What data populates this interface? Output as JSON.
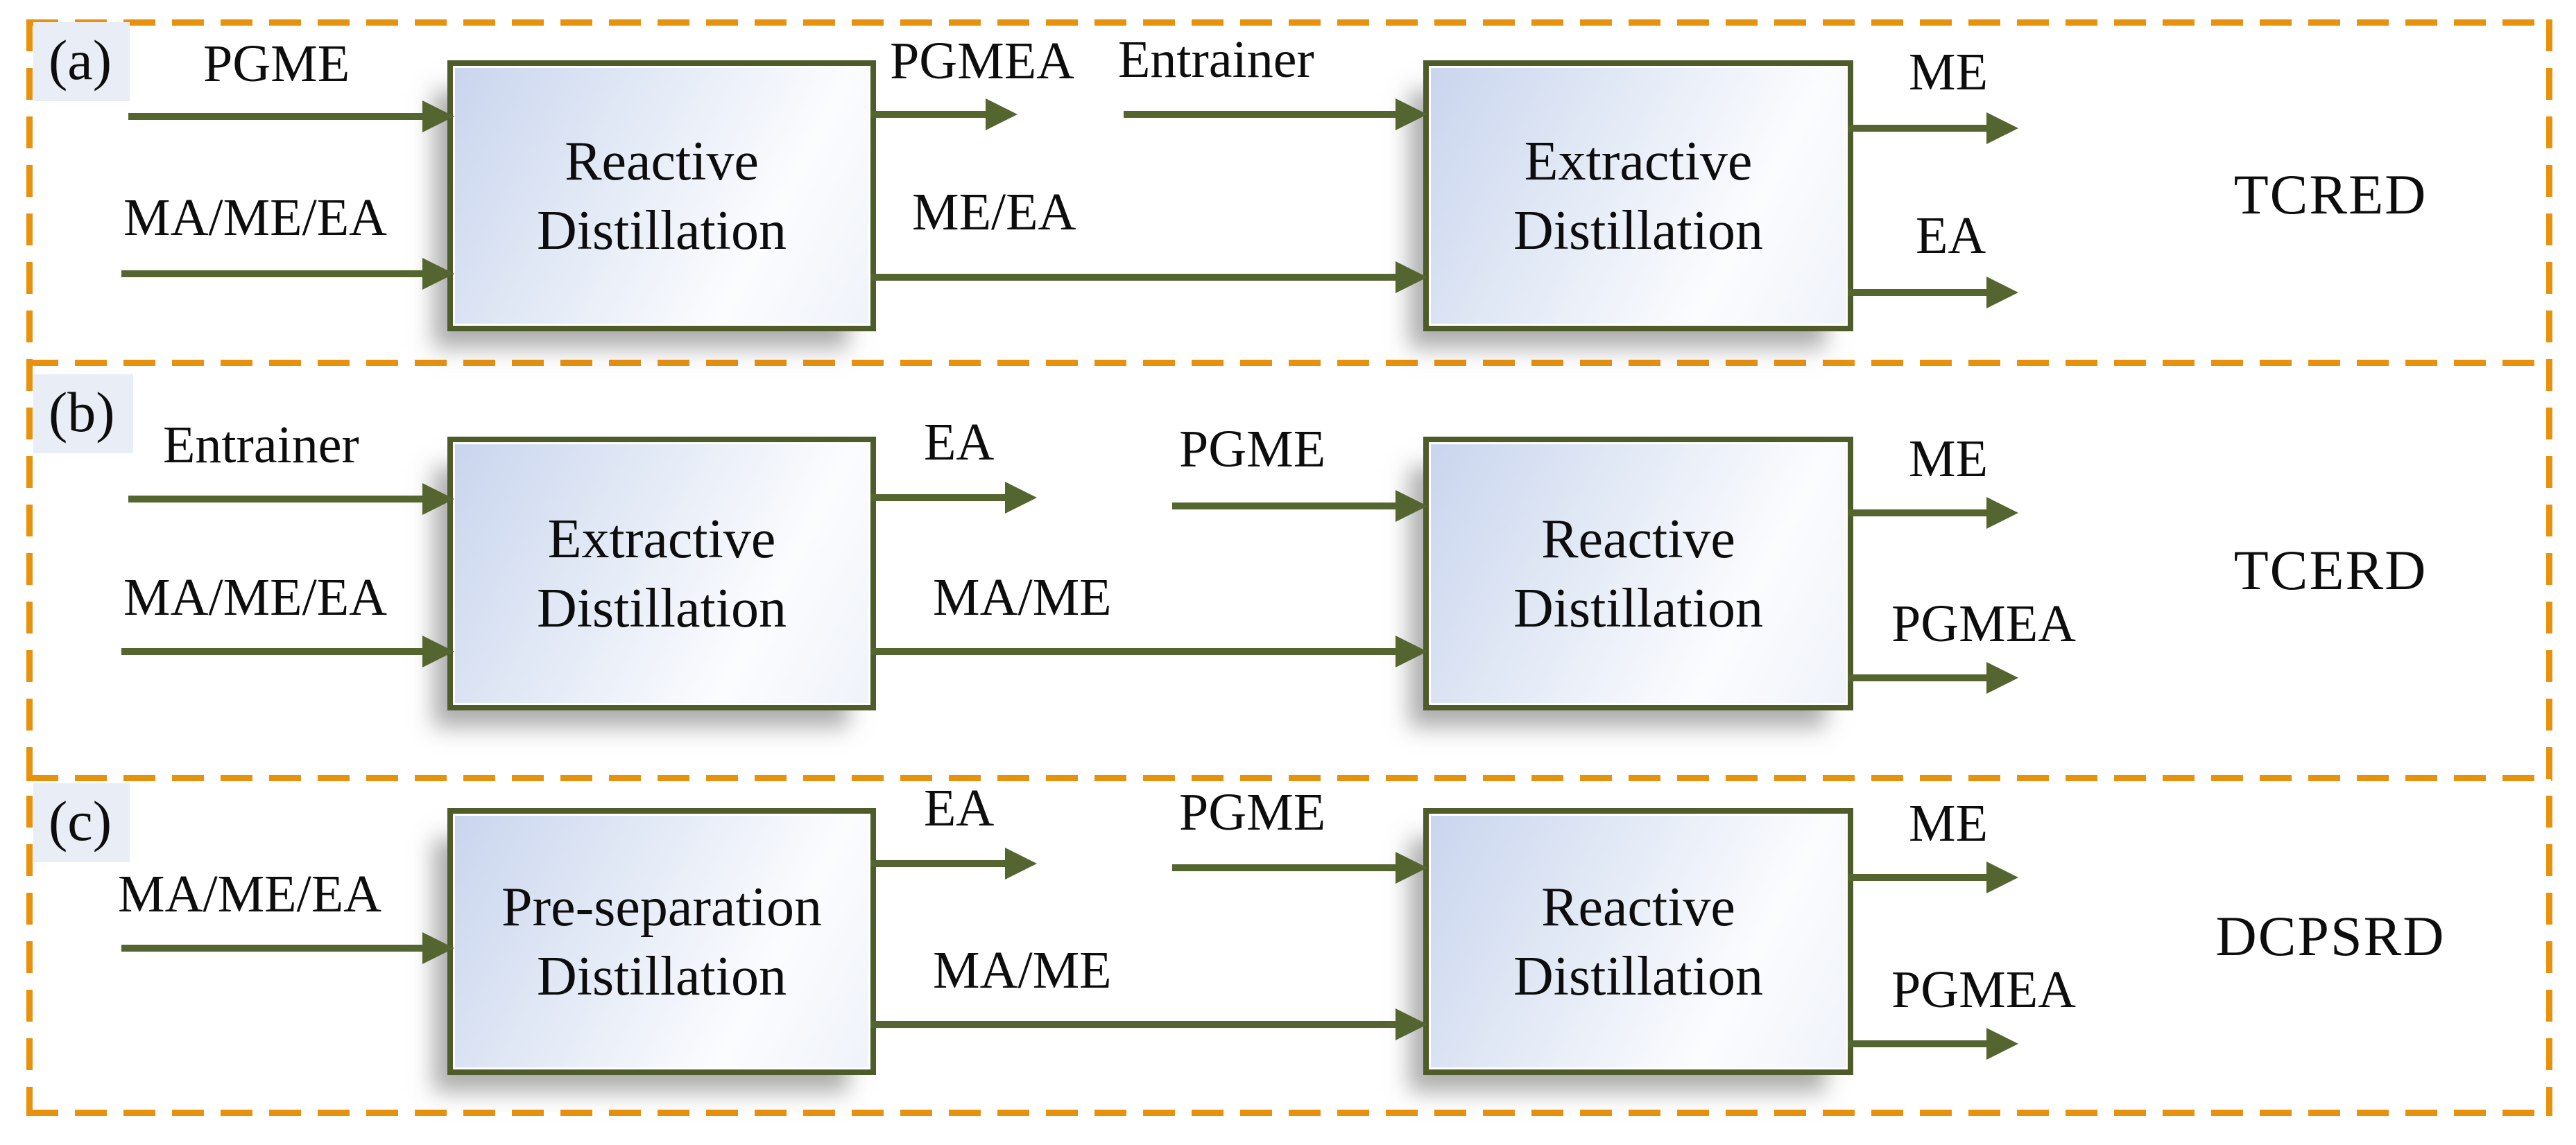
{
  "colors": {
    "frame_orange": "#E8910D",
    "stream_olive": "#55652F",
    "box_border_olive": "#4D5C28",
    "box_fill_light_blue": "#C9D5EE",
    "panel_label_bg": "#E9EDF6",
    "text": "#0D0D0D"
  },
  "panels": [
    {
      "label": "(a)",
      "tag": "TCRED",
      "boxes": [
        {
          "line1": "Reactive",
          "line2": "Distillation"
        },
        {
          "line1": "Extractive",
          "line2": "Distillation"
        }
      ],
      "streams": {
        "in1": "PGME",
        "in2": "MA/ME/EA",
        "out1": "PGMEA",
        "in3": "Entrainer",
        "mid": "ME/EA",
        "out2": "ME",
        "out3": "EA"
      }
    },
    {
      "label": "(b)",
      "tag": "TCERD",
      "boxes": [
        {
          "line1": "Extractive",
          "line2": "Distillation"
        },
        {
          "line1": "Reactive",
          "line2": "Distillation"
        }
      ],
      "streams": {
        "in1": "Entrainer",
        "in2": "MA/ME/EA",
        "out1": "EA",
        "in3": "PGME",
        "mid": "MA/ME",
        "out2": "ME",
        "out3": "PGMEA"
      }
    },
    {
      "label": "(c)",
      "tag": "DCPSRD",
      "boxes": [
        {
          "line1": "Pre-separation",
          "line2": "Distillation"
        },
        {
          "line1": "Reactive",
          "line2": "Distillation"
        }
      ],
      "streams": {
        "in1": "MA/ME/EA",
        "out1": "EA",
        "in3": "PGME",
        "mid": "MA/ME",
        "out2": "ME",
        "out3": "PGMEA"
      }
    }
  ]
}
